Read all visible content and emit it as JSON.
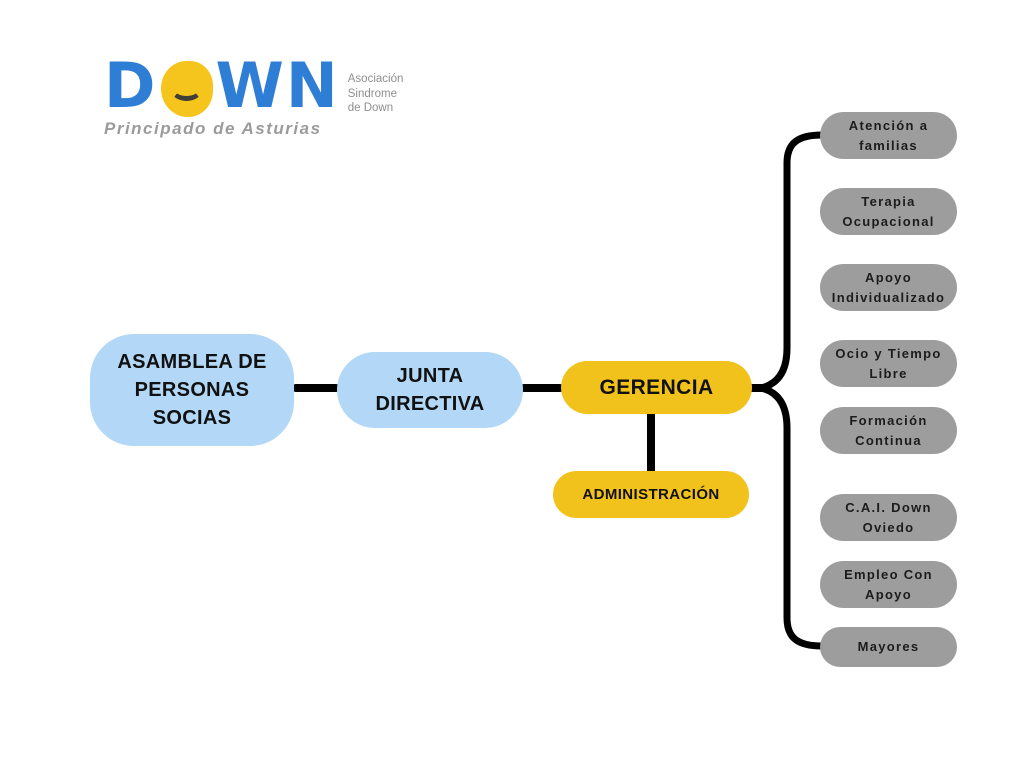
{
  "logo": {
    "brand_d": "D",
    "brand_wn": "WN",
    "org_lines": [
      "Asociación",
      "Sindrome",
      "de Down"
    ],
    "region": "Principado de Asturias",
    "colors": {
      "blue": "#2e7ed5",
      "yellow": "#f5c51d",
      "text_gray": "#8f8f8f"
    }
  },
  "diagram": {
    "colors": {
      "blue_node": "#b3d8f7",
      "yellow_node": "#f2c21c",
      "gray_node": "#9d9d9d",
      "connector": "#000000"
    },
    "nodes": {
      "asamblea": "ASAMBLEA DE\nPERSONAS\nSOCIAS",
      "junta": "JUNTA\nDIRECTIVA",
      "gerencia": "GERENCIA",
      "administracion": "ADMINISTRACIÓN"
    },
    "services": [
      "Atención a\nfamilias",
      "Terapia\nOcupacional",
      "Apoyo\nIndividualizado",
      "Ocio y Tiempo\nLibre",
      "Formación\nContinua",
      "C.A.I. Down\nOviedo",
      "Empleo Con\nApoyo",
      "Mayores"
    ],
    "edges": [
      {
        "from": "asamblea",
        "to": "junta"
      },
      {
        "from": "junta",
        "to": "gerencia"
      },
      {
        "from": "gerencia",
        "to": "administracion"
      },
      {
        "from": "gerencia",
        "to": "services-brace"
      }
    ]
  }
}
